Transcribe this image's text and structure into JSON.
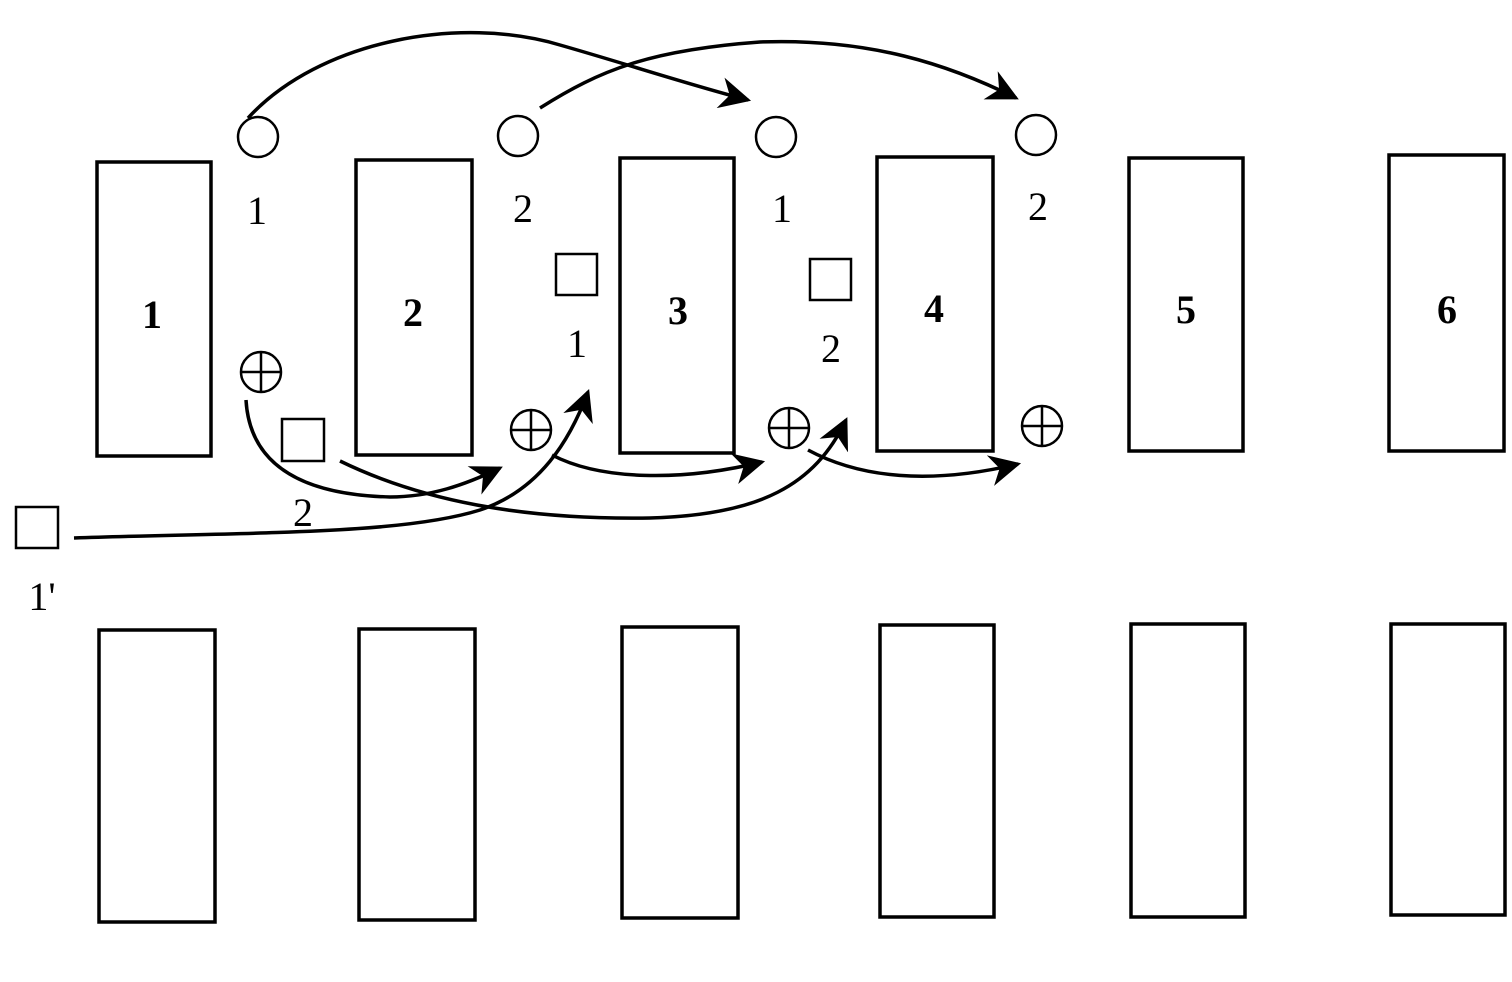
{
  "block_labels": {
    "b1": "1",
    "b2": "2",
    "b3": "3",
    "b4": "4",
    "b5": "5",
    "b6": "6"
  },
  "circle_labels": {
    "c1": "1",
    "c2": "2",
    "c3": "1",
    "c4": "2"
  },
  "square_labels": {
    "s1": "1",
    "s2": "2",
    "s3": "2",
    "s4": "1'"
  },
  "legend_symbols": [
    "circle-marker",
    "circle-cross-marker",
    "square-marker"
  ],
  "colors": {
    "ink": "#000000",
    "paper": "#ffffff"
  }
}
